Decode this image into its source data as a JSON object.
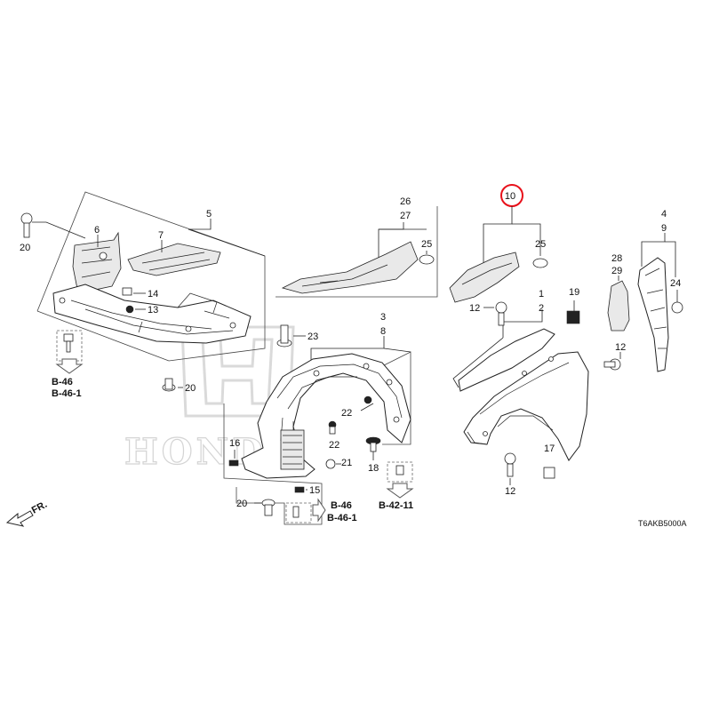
{
  "diagram": {
    "watermark": "HONDA",
    "diagram_code": "T6AKB5000A",
    "direction_label": "FR.",
    "highlighted_part": "10",
    "labels": {
      "p1": "1",
      "p2": "2",
      "p3": "3",
      "p4": "4",
      "p5": "5",
      "p6": "6",
      "p7": "7",
      "p8": "8",
      "p9": "9",
      "p10": "10",
      "p12a": "12",
      "p12b": "12",
      "p12c": "12",
      "p13": "13",
      "p14": "14",
      "p15": "15",
      "p16": "16",
      "p17": "17",
      "p18": "18",
      "p19": "19",
      "p20a": "20",
      "p20b": "20",
      "p20c": "20",
      "p21": "21",
      "p22a": "22",
      "p22b": "22",
      "p23": "23",
      "p24": "24",
      "p25a": "25",
      "p25b": "25",
      "p26": "26",
      "p27": "27",
      "p28": "28",
      "p29": "29"
    },
    "refs": {
      "left_1": "B-46",
      "left_2": "B-46-1",
      "mid_1": "B-46",
      "mid_2": "B-46-1",
      "right_1": "B-42-11"
    },
    "colors": {
      "highlight": "#e8101a",
      "line": "#222222"
    }
  }
}
